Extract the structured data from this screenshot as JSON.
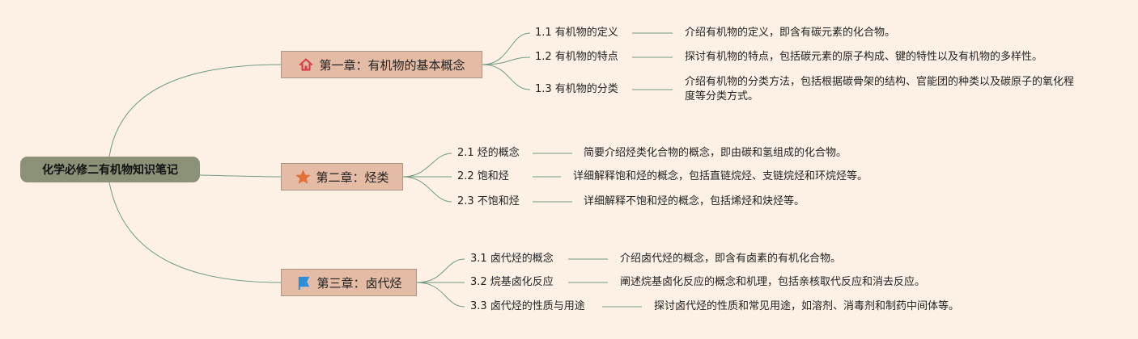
{
  "root": {
    "title": "化学必修二有机物知识笔记"
  },
  "chapters": [
    {
      "title": "第一章：有机物的基本概念",
      "icon": "home-icon",
      "topics": [
        {
          "title": "1.1 有机物的定义",
          "desc": "介绍有机物的定义，即含有碳元素的化合物。"
        },
        {
          "title": "1.2 有机物的特点",
          "desc": "探讨有机物的特点，包括碳元素的原子构成、键的特性以及有机物的多样性。"
        },
        {
          "title": "1.3 有机物的分类",
          "desc": "介绍有机物的分类方法，包括根据碳骨架的结构、官能团的种类以及碳原子的氧化程度等分类方式。"
        }
      ]
    },
    {
      "title": "第二章：烃类",
      "icon": "star-icon",
      "topics": [
        {
          "title": "2.1 烃的概念",
          "desc": "简要介绍烃类化合物的概念，即由碳和氢组成的化合物。"
        },
        {
          "title": "2.2 饱和烃",
          "desc": "详细解释饱和烃的概念，包括直链烷烃、支链烷烃和环烷烃等。"
        },
        {
          "title": "2.3 不饱和烃",
          "desc": "详细解释不饱和烃的概念，包括烯烃和炔烃等。"
        }
      ]
    },
    {
      "title": "第三章：卤代烃",
      "icon": "flag-icon",
      "topics": [
        {
          "title": "3.1 卤代烃的概念",
          "desc": "介绍卤代烃的概念，即含有卤素的有机化合物。"
        },
        {
          "title": "3.2 烷基卤化反应",
          "desc": "阐述烷基卤化反应的概念和机理，包括亲核取代反应和消去反应。"
        },
        {
          "title": "3.3 卤代烃的性质与用途",
          "desc": "探讨卤代烃的性质和常见用途，如溶剂、消毒剂和制药中间体等。"
        }
      ]
    }
  ],
  "colors": {
    "background": "#fdf1e6",
    "root_fill": "#8a9177",
    "chapter_fill": "#e4bba4",
    "line": "#6f9a84",
    "icon_home": "#d9414a",
    "icon_star": "#e2703a",
    "icon_flag": "#2a8fd8"
  }
}
